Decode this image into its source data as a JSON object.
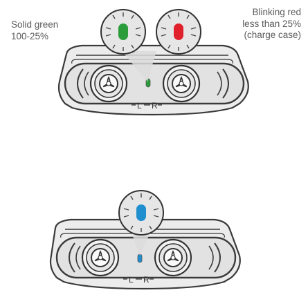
{
  "captions": {
    "green": {
      "line1": "Solid green",
      "line2": "100-25%"
    },
    "red": {
      "line1": "Blinking red",
      "line2": "less than 25%",
      "line3": "(charge case)"
    }
  },
  "case_labels": {
    "left": "L",
    "right": "R"
  },
  "indicators": [
    {
      "id": "solid-green",
      "color": "#2a9d3a",
      "state": "solid"
    },
    {
      "id": "blinking-red",
      "color": "#e0202a",
      "state": "blinking"
    },
    {
      "id": "blue",
      "color": "#1f8fd0",
      "state": "blinking"
    }
  ],
  "colors": {
    "outline": "#3a3a3a",
    "case_fill": "#e9e9e9",
    "bubble_fill": "#e4e4e4",
    "rays": "#444444"
  }
}
